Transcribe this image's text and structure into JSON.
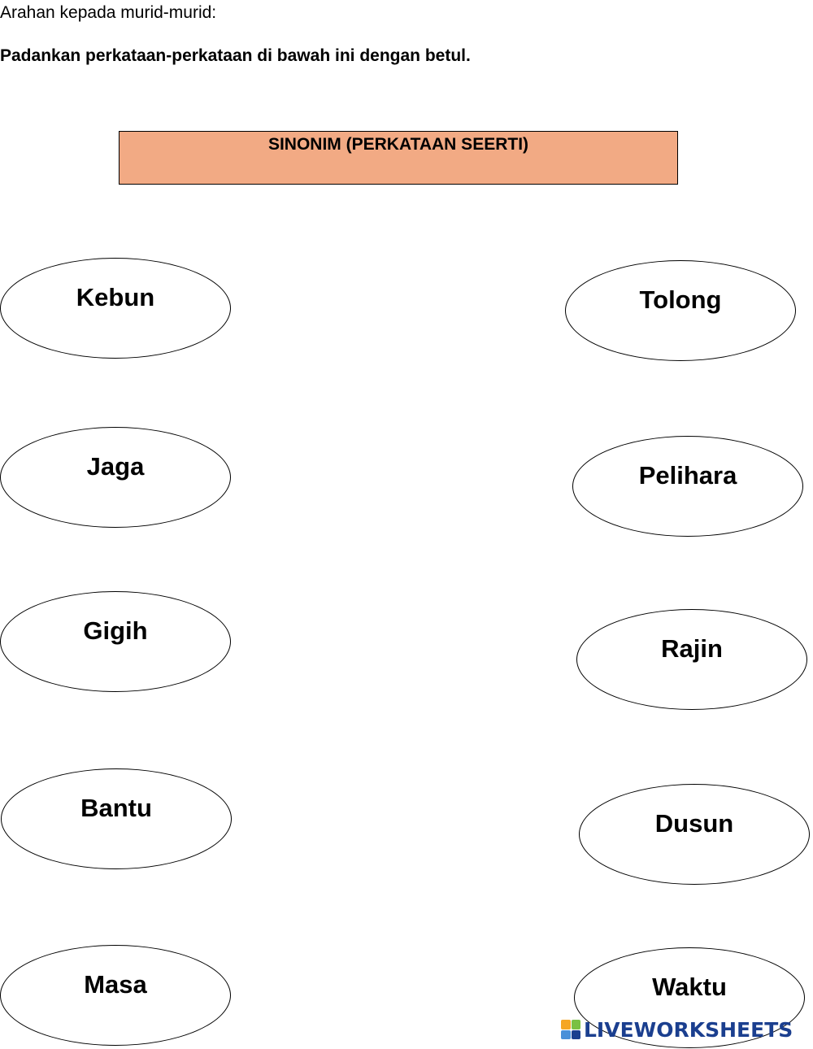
{
  "header": {
    "instruction": "Arahan kepada murid-murid:",
    "task": "Padankan perkataan-perkataan di bawah ini dengan betul."
  },
  "title": {
    "label": "SINONIM (PERKATAAN SEERTI)",
    "fill_color": "#f2aa84"
  },
  "left_words": [
    "Kebun",
    "Jaga",
    "Gigih",
    "Bantu",
    "Masa"
  ],
  "right_words": [
    "Tolong",
    "Pelihara",
    "Rajin",
    "Dusun",
    "Waktu"
  ],
  "branding": {
    "logo_icon": "liveworksheets-grid-icon",
    "text": "LIVEWORKSHEETS",
    "color": "#1b3f8f",
    "icon_colors": [
      "#f5a623",
      "#7ac143",
      "#4a90d9",
      "#1b3f8f"
    ]
  }
}
